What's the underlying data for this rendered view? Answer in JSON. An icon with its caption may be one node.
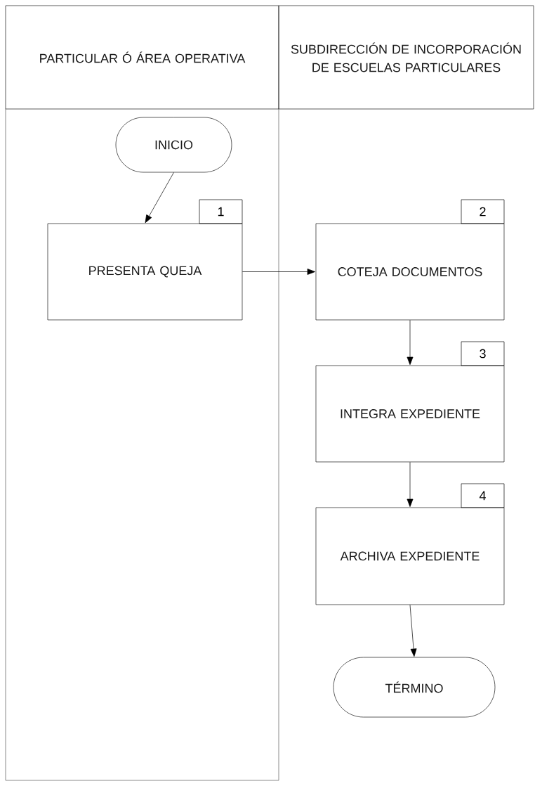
{
  "diagram": {
    "nodes": [
      {
        "text": [
          "PARTICULAR Ó ÁREA OPERATIVA"
        ]
      },
      {
        "text": [
          "SUBDIRECCIÓN DE INCORPORACIÓN DE ESCUELAS PARTICULARES"
        ]
      },
      {
        "text": [
          "INICIO"
        ]
      },
      {
        "text": [
          "PRESENTA QUEJA"
        ],
        "beside": [
          "1"
        ]
      },
      {
        "text": [
          "COTEJA DOCUMENTOS"
        ],
        "beside": [
          "2"
        ]
      },
      {
        "text": [
          "INTEGRA EXPEDIENTE"
        ],
        "beside": [
          "3"
        ]
      },
      {
        "text": [
          "ARCHIVA EXPEDIENTE"
        ],
        "beside": [
          "4"
        ]
      },
      {
        "text": [
          "TÉRMINO"
        ]
      }
    ],
    "edges": [
      {
        "from": 2,
        "to": 3,
        "arrow": "to"
      },
      {
        "from": 3,
        "to": 4,
        "arrow": "to"
      },
      {
        "from": 4,
        "to": 5,
        "arrow": "to"
      },
      {
        "from": 5,
        "to": 6,
        "arrow": "to"
      },
      {
        "from": 6,
        "to": 7,
        "arrow": "to"
      }
    ]
  }
}
